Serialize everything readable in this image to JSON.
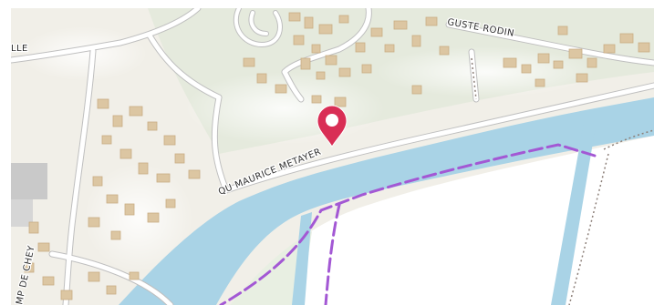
{
  "map": {
    "street_labels": {
      "quai_maurice_metayer": "QU MAURICE METAYER",
      "auguste_rodin": "GUSTE RODIN",
      "camp_de_chey": "MP DE CHEY",
      "top_left": "LLE"
    },
    "marker": {
      "name": "location-pin-icon",
      "color": "#d92e55"
    },
    "colors": {
      "river": "#a9d3e6",
      "building": "#dcc6a2",
      "building_outline": "#c9ad84",
      "dashed_trail": "#a358d4",
      "road": "#ffffff",
      "land": "#f1efe8",
      "wooded": "#dfe8d9"
    }
  }
}
